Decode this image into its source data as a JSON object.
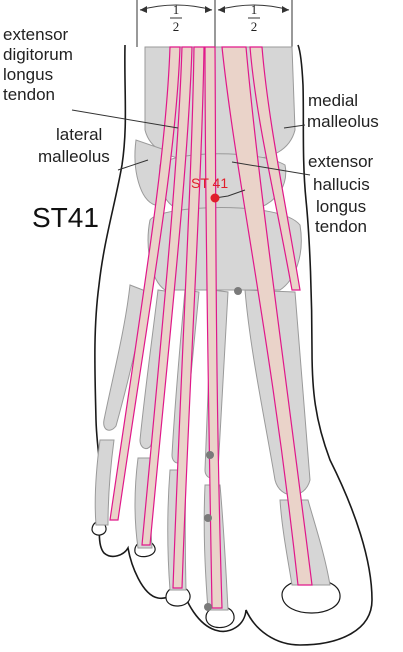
{
  "title": "ST41",
  "point": {
    "label": "ST 41",
    "color": "#e01e2a"
  },
  "colors": {
    "outline": "#1a1a1a",
    "bone": "#d6d6d6",
    "bone_edge": "#9a9a9a",
    "tendon_fill": "#ead3c9",
    "tendon_line": "#e0188a",
    "leader": "#333333",
    "marker": "#7a7a7a"
  },
  "labels": {
    "edl": [
      "extensor",
      "digitorum",
      "longus",
      "tendon"
    ],
    "lateral": [
      "lateral",
      "malleolus"
    ],
    "medial": [
      "medial",
      "malleolus"
    ],
    "ehl": [
      "extensor",
      "hallucis",
      "longus",
      "tendon"
    ]
  },
  "measure": {
    "left_num": "1",
    "left_den": "2",
    "right_num": "1",
    "right_den": "2"
  }
}
